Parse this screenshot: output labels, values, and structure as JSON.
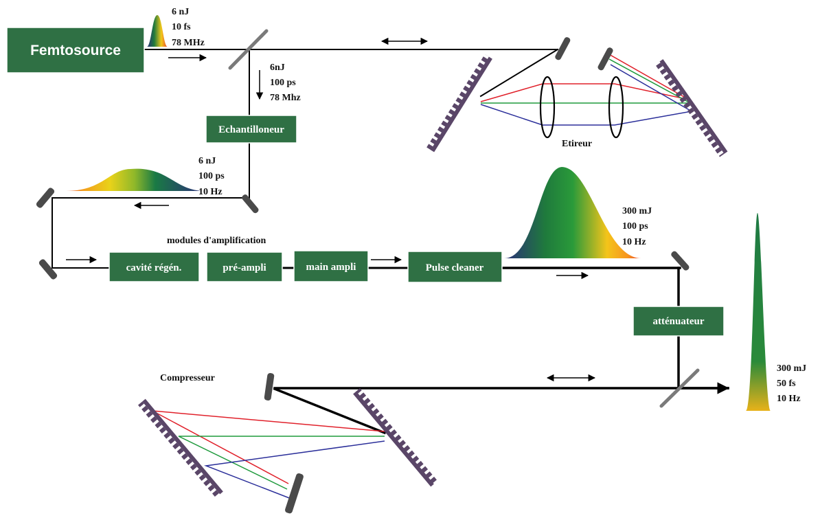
{
  "source": {
    "label": "Femtosource",
    "specs": [
      "6 nJ",
      "10 fs",
      "78 MHz"
    ]
  },
  "sampler": {
    "label": "Echantilloneur",
    "specs": [
      "6nJ",
      "100 ps",
      "78 Mhz"
    ]
  },
  "stretcher": {
    "label": "Etireur"
  },
  "stretched_pulse": {
    "specs": [
      "6 nJ",
      "100 ps",
      "10 Hz"
    ]
  },
  "amplification": {
    "title": "modules d'amplification",
    "modules": [
      "cavité régén.",
      "pré-ampli",
      "main ampli"
    ]
  },
  "cleaner": {
    "label": "Pulse cleaner"
  },
  "amplified_pulse": {
    "specs": [
      "300 mJ",
      "100 ps",
      "10 Hz"
    ]
  },
  "attenuator": {
    "label": "atténuateur"
  },
  "compressor": {
    "label": "Compresseur"
  },
  "output_pulse": {
    "specs": [
      "300 mJ",
      "50 fs",
      "10 Hz"
    ]
  },
  "colors": {
    "box_fill": "#2f7044",
    "ray_red": "#e0202a",
    "ray_green": "#1e9a3c",
    "ray_blue": "#2b2f9a",
    "grating": "#5a4668",
    "spectrum": [
      "#2b2f7a",
      "#1f6e44",
      "#2a9a3a",
      "#f4c41a",
      "#f7941d",
      "#e8442a"
    ]
  }
}
